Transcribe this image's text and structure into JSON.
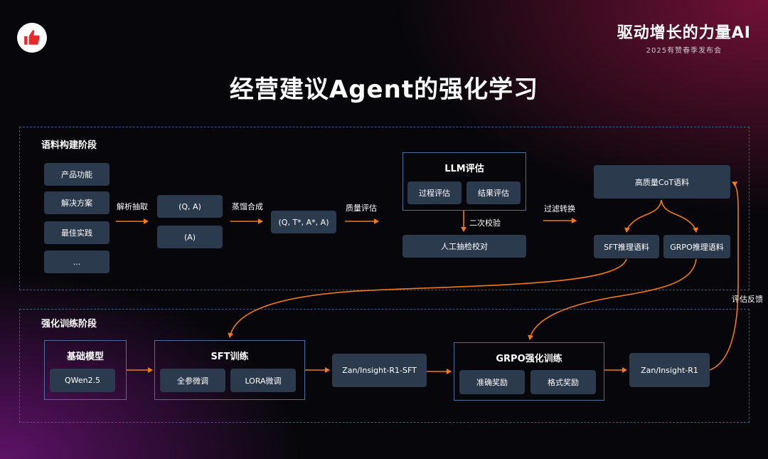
{
  "brand": {
    "title": "驱动增长的力量AI",
    "subtitle": "2025有赞春季发布会"
  },
  "title": "经营建议Agent的强化学习",
  "stage1": {
    "title": "语料构建阶段",
    "sources": [
      "产品功能",
      "解决方案",
      "最佳实践",
      "..."
    ],
    "arrow_labels": {
      "parse": "解析抽取",
      "distill": "蒸馏合成",
      "quality": "质量评估",
      "filter": "过滤转换",
      "recheck": "二次校验",
      "feedback": "评估反馈"
    },
    "qa_boxes": [
      "(Q, A)",
      "(A)"
    ],
    "synth_box": "(Q, T*, A*, A)",
    "llm_eval": {
      "title": "LLM评估",
      "items": [
        "过程评估",
        "结果评估"
      ]
    },
    "manual_check": "人工抽检校对",
    "hq_corpus": "高质量CoT语料",
    "sft_corpus": "SFT推理语料",
    "grpo_corpus": "GRPO推理语料"
  },
  "stage2": {
    "title": "强化训练阶段",
    "base_model": {
      "title": "基础模型",
      "item": "QWen2.5"
    },
    "sft_training": {
      "title": "SFT训练",
      "items": [
        "全参微调",
        "LORA微调"
      ]
    },
    "sft_model": "Zan/Insight-R1-SFT",
    "grpo_training": {
      "title": "GRPO强化训练",
      "items": [
        "准确奖励",
        "格式奖励"
      ]
    },
    "final_model": "Zan/Insight-R1"
  },
  "colors": {
    "arrow": "#f07a1a",
    "box": "#2c3a4d",
    "border": "#4a6f9f",
    "dashed": "#3b5d86"
  }
}
